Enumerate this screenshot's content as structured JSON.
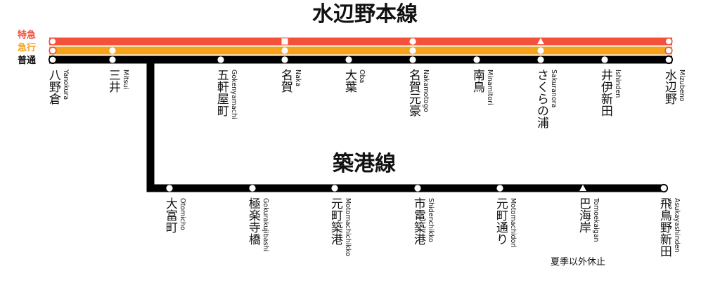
{
  "colors": {
    "limited_express": "#f5503a",
    "rapid": "#f7a21b",
    "local": "#000000"
  },
  "main_line": {
    "title": "水辺野本線",
    "services": [
      {
        "label": "特急",
        "color": "#f5503a"
      },
      {
        "label": "急行",
        "color": "#f7a21b"
      },
      {
        "label": "普通",
        "color": "#111111"
      }
    ],
    "stations": [
      {
        "name": "八野倉",
        "romaji": "Yanokura",
        "limited": "circle",
        "rapid": "circle",
        "local": "terminal"
      },
      {
        "name": "三井",
        "romaji": "Mitsui",
        "limited": "",
        "rapid": "dot",
        "local": "dot"
      },
      {
        "name": "五軒屋町",
        "romaji": "Gokenyamachi",
        "limited": "",
        "rapid": "",
        "local": "dot"
      },
      {
        "name": "名賀",
        "romaji": "Naka",
        "limited": "square",
        "rapid": "dot",
        "local": "dot"
      },
      {
        "name": "大葉",
        "romaji": "Oba",
        "limited": "",
        "rapid": "",
        "local": "dot"
      },
      {
        "name": "名賀元豪",
        "romaji": "Nakamotogo",
        "limited": "dot",
        "rapid": "dot",
        "local": "dot"
      },
      {
        "name": "南鳥",
        "romaji": "Minamitori",
        "limited": "",
        "rapid": "",
        "local": "dot"
      },
      {
        "name": "さくらの浦",
        "romaji": "Sakuranora",
        "limited": "triangle",
        "rapid": "dot",
        "local": "dot"
      },
      {
        "name": "井伊新田",
        "romaji": "Ishinden",
        "limited": "",
        "rapid": "",
        "local": "dot"
      },
      {
        "name": "水辺野",
        "romaji": "Mizubeno",
        "limited": "circle",
        "rapid": "circle",
        "local": "terminal"
      }
    ]
  },
  "branch_line": {
    "title": "築港線",
    "stations": [
      {
        "name": "大富町",
        "romaji": "Otomicho",
        "mark": "dot"
      },
      {
        "name": "極楽寺橋",
        "romaji": "Gokurakujibashi",
        "mark": "dot"
      },
      {
        "name": "元町築港",
        "romaji": "Motomachichikko",
        "mark": "dot"
      },
      {
        "name": "市電築港",
        "romaji": "Shidenchikko",
        "mark": "dot"
      },
      {
        "name": "元町通り",
        "romaji": "Motomachidori",
        "mark": "dot"
      },
      {
        "name": "巴海岸",
        "romaji": "Tomoekaigan",
        "mark": "triangle"
      },
      {
        "name": "飛鳥野新田",
        "romaji": "Asukayashinden",
        "mark": "terminal"
      }
    ],
    "note": "夏季以外休止"
  }
}
